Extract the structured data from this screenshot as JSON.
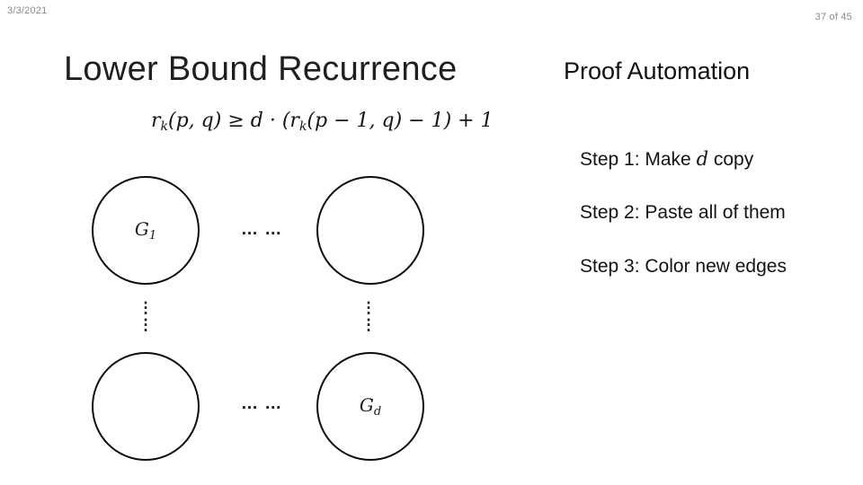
{
  "slide": {
    "date": "3/3/2021",
    "page_indicator": "37 of 45",
    "title": "Lower Bound Recurrence",
    "formula": {
      "seg1": "r",
      "sub1": "k",
      "seg2": "(p, q) ≥ d · (",
      "seg3": "r",
      "sub2": "k",
      "seg4": "(p − 1, q) − 1) + 1"
    },
    "proof": {
      "heading": "Proof Automation",
      "step1_prefix": "Step 1: Make ",
      "step1_var": "d",
      "step1_suffix": " copy",
      "step2": "Step 2: Paste all of them",
      "step3": "Step 3: Color new edges"
    },
    "diagram": {
      "circle_top_left_label": {
        "base": "G",
        "sub": "1"
      },
      "circle_bottom_right_label": {
        "base": "G",
        "sub": "d"
      },
      "ellipsis_top": "… …",
      "ellipsis_bottom": "… …",
      "vertical_ellipsis_glyph": "⋮"
    },
    "colors": {
      "text": "#1a1a1a",
      "muted_gray": "#8c8c8c",
      "circle_stroke": "#0d0d0d",
      "background": "#ffffff"
    }
  }
}
